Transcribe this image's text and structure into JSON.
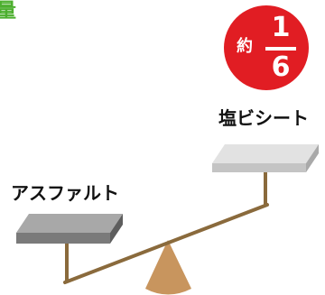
{
  "heading_fragment": "量",
  "badge": {
    "prefix": "約",
    "numerator": "1",
    "denominator": "6"
  },
  "labels": {
    "left": "アスファルト",
    "right": "塩ビシート"
  },
  "colors": {
    "heading": "#4caf2e",
    "badge": "#e11d23",
    "beam": "#8a6a3c",
    "fulcrum": "#c8955e",
    "left_block": "#8a8a8a",
    "right_block": "#d2d2d2"
  }
}
